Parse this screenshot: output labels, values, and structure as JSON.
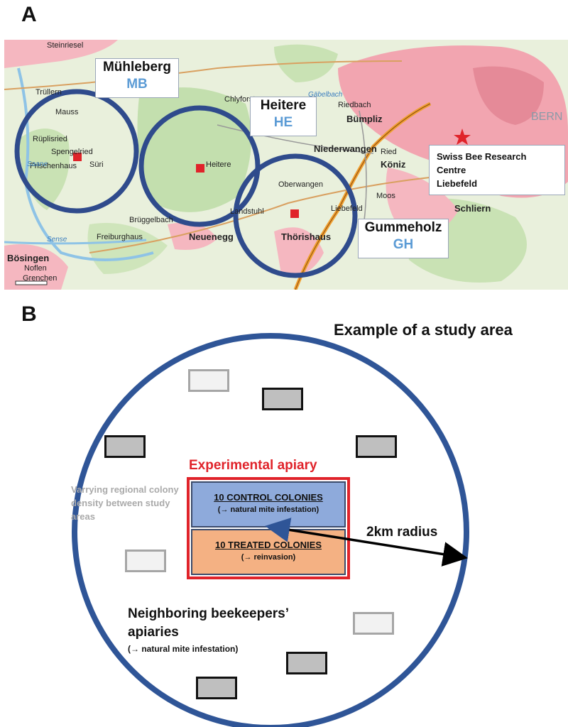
{
  "panel_labels": {
    "a": "A",
    "b": "B"
  },
  "map": {
    "sites": [
      {
        "name": "Mühleberg",
        "code": "MB"
      },
      {
        "name": "Heitere",
        "code": "HE"
      },
      {
        "name": "Gummeholz",
        "code": "GH"
      }
    ],
    "research_centre": {
      "line1": "Swiss Bee Research Centre",
      "line2": "Liebefeld"
    },
    "town_labels": [
      "Steinriesel",
      "Riedbach",
      "Bümpliz",
      "Mühleberg",
      "Mauss",
      "Spengelried",
      "Rüplisried",
      "Süri",
      "Frischenhaus",
      "Trüllern",
      "Heitere",
      "Chlyforst",
      "Niederwangen",
      "Ried",
      "Köniz",
      "Moos",
      "Oberwangen",
      "Liebefeld",
      "Thörishaus",
      "Neuenegg",
      "Brüggelbach",
      "Freiburghaus",
      "Bösingen",
      "Noflen",
      "Grenchen",
      "Schliern",
      "BERN",
      "Landstuhl"
    ],
    "river_labels": [
      "Saane",
      "Sense",
      "Gäbelbach"
    ],
    "colors": {
      "circle": "#2f4b8c",
      "site_marker": "#e0232a",
      "urban": "#f2a5b0",
      "forest": "#c3dfae",
      "road": "#f0a030"
    }
  },
  "diagram": {
    "title": "Example of a study area",
    "experimental_apiary_title": "Experimental apiary",
    "control": {
      "label": "10 CONTROL COLONIES",
      "sub": "(→ natural mite infestation)"
    },
    "treated": {
      "label": "10 TREATED COLONIES",
      "sub": "(→ reinvasion)"
    },
    "density_note": "Varrying regional colony density between study areas",
    "radius_label": "2km radius",
    "neighbors_title": "Neighboring beekeepers’ apiaries",
    "neighbors_sub": "(→ natural mite infestation)",
    "colors": {
      "circle": "#2f5597",
      "apiary_border": "#e0232a",
      "control_fill": "#8eaadb",
      "treated_fill": "#f4b183",
      "dark_hive": "#bfbfbf",
      "light_hive": "#f2f2f2"
    }
  }
}
